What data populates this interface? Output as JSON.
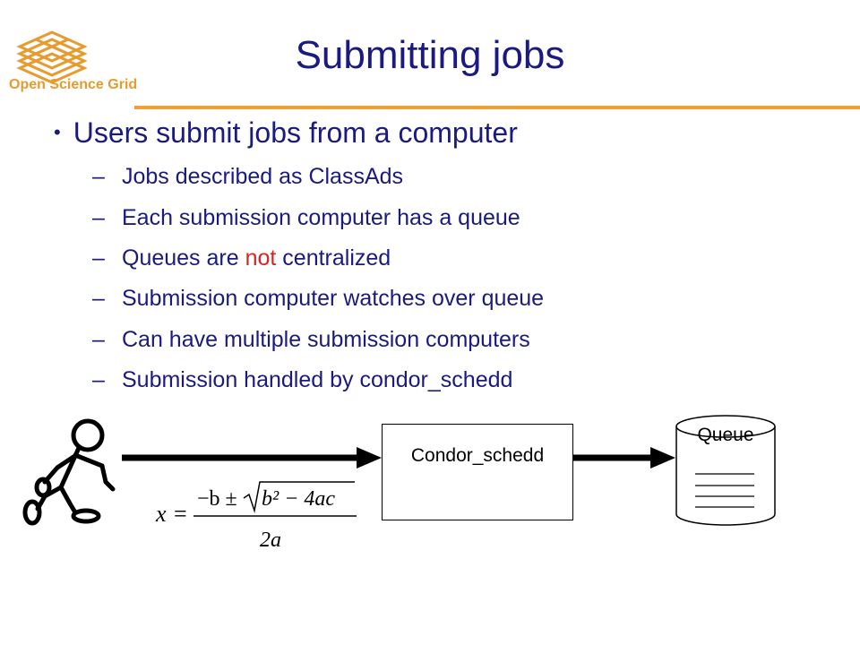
{
  "logo": {
    "text": "Open Science Grid",
    "icon": "osg-stacked-grid-icon",
    "color": "#e89a2c"
  },
  "slide": {
    "title": "Submitting jobs",
    "main_bullet": "Users submit jobs from a computer",
    "sub_bullets": [
      {
        "before": "Jobs described as ClassAds",
        "highlight": "",
        "after": ""
      },
      {
        "before": "Each submission computer has a queue",
        "highlight": "",
        "after": ""
      },
      {
        "before": "Queues are ",
        "highlight": "not",
        "after": " centralized"
      },
      {
        "before": "Submission computer watches over queue",
        "highlight": "",
        "after": ""
      },
      {
        "before": "Can have multiple submission computers",
        "highlight": "",
        "after": ""
      },
      {
        "before": "Submission handled by condor_schedd",
        "highlight": "",
        "after": ""
      }
    ],
    "dash": "–",
    "bullet_dot": "•"
  },
  "diagram": {
    "schedd_label": "Condor_schedd",
    "queue_label": "Queue",
    "user_icon": "stick-figure-running-icon",
    "queue_icon": "database-cylinder-icon",
    "formula": {
      "lhs": "x",
      "eq": "=",
      "numerator_prefix": "−b ±",
      "radicand": "b² − 4ac",
      "denominator": "2a"
    }
  },
  "colors": {
    "title": "#1a1a80",
    "accent_rule": "#f0a035",
    "highlight": "#e0201c"
  }
}
